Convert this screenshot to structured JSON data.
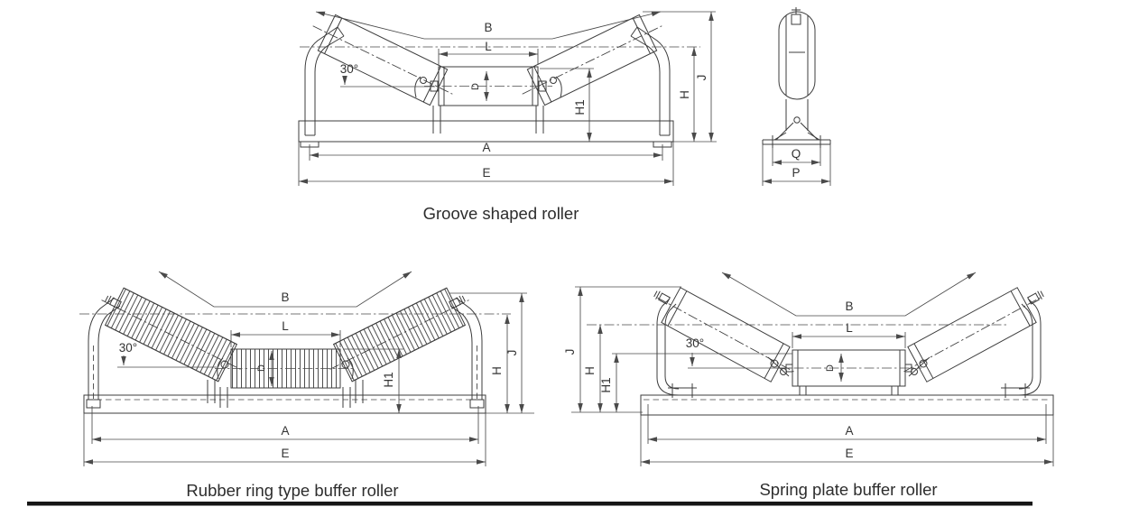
{
  "colors": {
    "line": "#3c3c3c",
    "dim_line": "#4a4a4a",
    "label_text": "#333333",
    "caption_text": "#2d2d2d",
    "bottom_bar": "#161616"
  },
  "panels": {
    "groove": {
      "caption": "Groove shaped roller",
      "dims": {
        "B": "B",
        "L": "L",
        "D": "D",
        "angle": "30°",
        "A": "A",
        "E": "E",
        "H": "H",
        "H1": "H1",
        "J": "J"
      },
      "side": {
        "Q": "Q",
        "P": "P"
      }
    },
    "rubber": {
      "caption": "Rubber ring type buffer roller",
      "dims": {
        "B": "B",
        "L": "L",
        "D": "D",
        "angle": "30°",
        "A": "A",
        "E": "E",
        "H": "H",
        "H1": "H1",
        "J": "J"
      }
    },
    "spring": {
      "caption": "Spring plate buffer roller",
      "dims": {
        "B": "B",
        "L": "L",
        "D": "D",
        "angle": "30°",
        "A": "A",
        "E": "E",
        "H": "H",
        "H1": "H1",
        "J": "J"
      }
    }
  }
}
